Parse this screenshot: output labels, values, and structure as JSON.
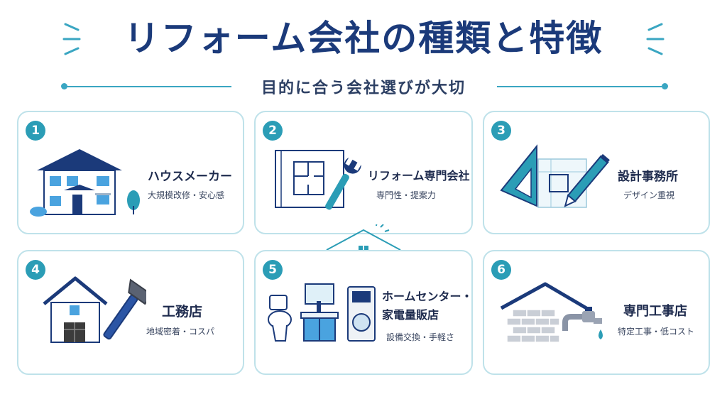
{
  "header": {
    "title": "リフォーム会社の種類と特徴",
    "subtitle": "目的に合う会社選びが大切"
  },
  "cards": [
    {
      "number": "1",
      "name": "ハウスメーカー",
      "desc": "大規模改修・安心感",
      "icon": "house-icon"
    },
    {
      "number": "2",
      "name": "リフォーム専門会社",
      "desc": "専門性・提案力",
      "icon": "blueprint-wrench-icon"
    },
    {
      "number": "3",
      "name": "設計事務所",
      "desc": "デザイン重視",
      "icon": "ruler-pencil-icon"
    },
    {
      "number": "4",
      "name": "工務店",
      "desc": "地域密着・コスパ",
      "icon": "house-hammer-icon"
    },
    {
      "number": "5",
      "name_line1": "ホームセンター・",
      "name_line2": "家電量販店",
      "desc": "設備交換・手軽さ",
      "icon": "appliances-icon"
    },
    {
      "number": "6",
      "name": "専門工事店",
      "desc": "特定工事・低コスト",
      "icon": "brick-faucet-icon"
    }
  ],
  "colors": {
    "navy": "#1b3a7a",
    "teal": "#2b9db6",
    "light_border": "#bfe2ea"
  }
}
